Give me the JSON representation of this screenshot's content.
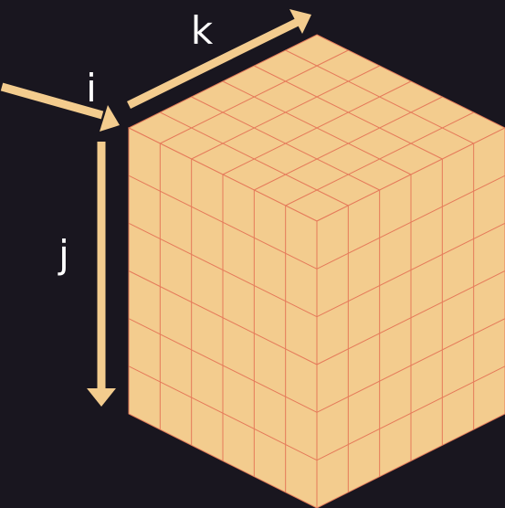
{
  "labels": {
    "i": "i",
    "j": "j",
    "k": "k"
  },
  "grid": {
    "rows": 6,
    "cols": 6,
    "depth": 6
  },
  "colors": {
    "background": "#19161f",
    "cube_fill": "#f3cc8e",
    "grid_line": "#e57a5a",
    "arrow": "#f3cc8e",
    "label_text": "#ffffff"
  }
}
